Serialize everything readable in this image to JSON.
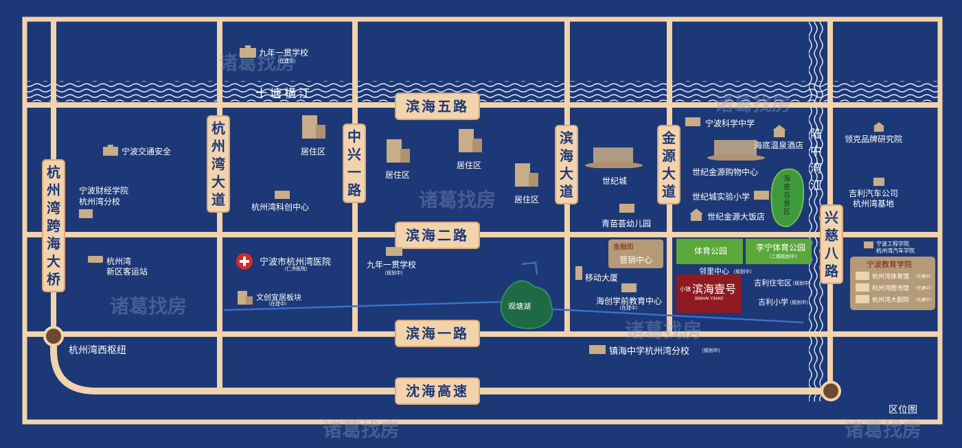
{
  "map_title": "区位图",
  "roads": {
    "binhai_5": "滨海五路",
    "binhai_2": "滨海二路",
    "binhai_1": "滨海一路",
    "shenhai": "沈海高速",
    "hangzhouwan_bridge": "杭州湾跨海大桥",
    "hangzhouwan_ave": "杭州湾大道",
    "zhongxing_1": "中兴一路",
    "binhai_ave": "滨海大道",
    "jinyuan_ave": "金源大道",
    "xingci_8": "兴慈八路",
    "luzhongwan_river": "陆中湾江",
    "shitang_river": "十塘横江"
  },
  "places": {
    "school_9yr_top": "九年一贯学校",
    "school_9yr_top_note": "（在建中）",
    "ningbo_traffic": "宁波交通安全",
    "residential_a": "居住区",
    "residential_b": "居住区",
    "residential_c": "居住区",
    "residential_d": "居住区",
    "ningbo_finance_1": "宁波财经学院",
    "ningbo_finance_2": "杭州湾分校",
    "innovation_center": "杭州湾科创中心",
    "century_city": "世纪城",
    "qingmiao_kinder": "青苗荟幼儿园",
    "ningbo_science": "宁波科学中学",
    "century_mall": "世纪金源购物中心",
    "century_school": "世纪城实验小学",
    "century_hotel": "世纪金源大饭店",
    "seabed_spa": "海底温泉酒店",
    "haipi_island": "海皮岛景区",
    "lynk_research": "领克品牌研究院",
    "geely_1": "吉利汽车公司",
    "geely_2": "杭州湾基地",
    "bus_station_1": "杭州湾",
    "bus_station_2": "新区客运站",
    "hospital": "宁波市杭州湾医院",
    "hospital_note": "（仁济医院）",
    "school_9yr_mid": "九年一贯学校",
    "school_9yr_mid_note": "（规划中）",
    "wenchuang": "文创宜居板块",
    "wenchuang_note": "（在建中）",
    "guantang_lake": "观塘湖",
    "finance_street": "金融街",
    "sales_center": "营销中心",
    "mobile_building": "移动大厦",
    "haichuang_edu": "海创学前教育中心",
    "haichuang_note": "（在建中）",
    "sports_park": "体育公园",
    "lining_park": "李宁体育公园",
    "lining_note": "（二期规划中）",
    "neighbor_center": "邻里中心",
    "neighbor_note": "（规划中）",
    "geely_residential": "吉利住宅区",
    "geely_res_note": "（规划中）",
    "geely_primary": "吉利小学",
    "geely_primary_note": "（规划中）",
    "project_small": "小镇",
    "project_name": "滨海壹号",
    "project_sub": "BINHAI YIHAO",
    "ningbo_eng_1": "宁波工程学院",
    "ningbo_eng_2": "杭州湾汽车学院",
    "edu_college": "宁波教育学院",
    "gymnasium": "杭州湾体育馆",
    "gym_note": "（在建中）",
    "library": "杭州湾图书馆",
    "library_note": "（在建中）",
    "theater": "杭州湾大剧院",
    "theater_note": "（在建中）",
    "west_hub": "杭州湾西枢纽",
    "zhenhai_school": "镇海中学杭州湾分校",
    "zhenhai_note": "（规划中）"
  },
  "watermark": "诸葛找房",
  "colors": {
    "background": "#1d3876",
    "road": "#f2d3ac",
    "road_border": "#d9a877",
    "park_green": "#5aa83a",
    "project_red": "#8e1a22",
    "edu_box": "#b59a77",
    "building": "#c9ad87"
  }
}
